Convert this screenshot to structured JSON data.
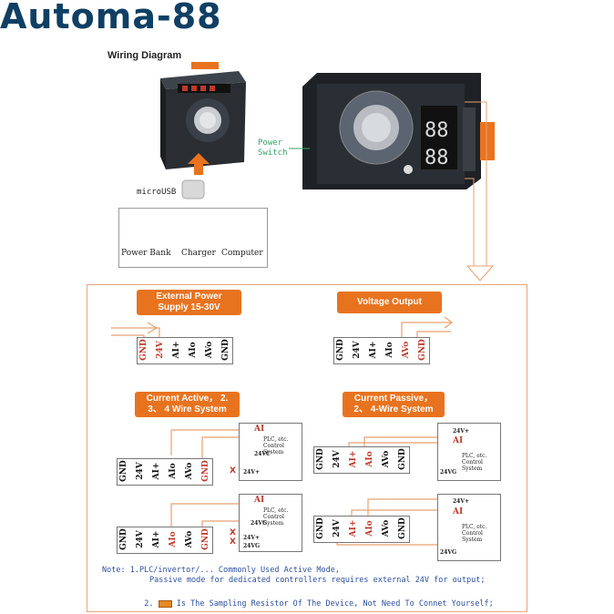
{
  "brand": "Automa-88",
  "wiring_title": "Wiring Diagram",
  "power_switch": [
    "Power",
    "Switch"
  ],
  "micro_usb": "microUSB",
  "sources": [
    "Power Bank",
    "Charger",
    "Computer"
  ],
  "pins": [
    "GND",
    "24V",
    "AI+",
    "AIo",
    "AVo",
    "GND"
  ],
  "sections": {
    "ext": [
      "External Power",
      "Supply 15-30V"
    ],
    "vout": "Voltage Output",
    "active": [
      "Current Active， 2.",
      "3、 4 Wire System"
    ],
    "passive": [
      "Current Passive，",
      "2、 4-Wire System"
    ]
  },
  "plc": {
    "ai": "AI",
    "line1": "PLC, etc.",
    "line2": "Control System",
    "v24": "24V+",
    "v24g": "24VG",
    "v24c": "24VC"
  },
  "x_mark": "X",
  "notes": {
    "n1": "Note: 1.PLC/invertor/... Commonly Used Active Mode,",
    "n1b": "Passive mode for dedicated controllers requires external 24V for output;",
    "n2a": "2.",
    "n2b": "Is The Sampling Resistor Of The Device, Not Need To Connet Yourself;"
  },
  "colors": {
    "accent": "#e8731f",
    "brand": "#0f3f63",
    "note": "#2c4f9e",
    "green": "#3aa06a",
    "red": "#c0392b"
  }
}
